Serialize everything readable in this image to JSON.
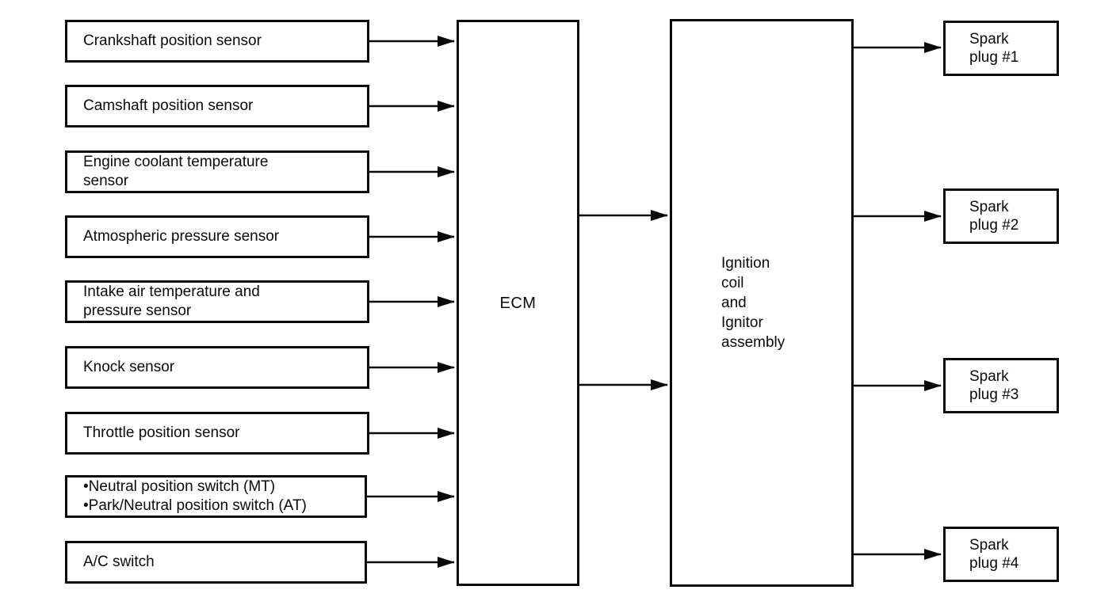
{
  "colors": {
    "ink": "#0a0a0a",
    "paper": "#ffffff"
  },
  "inputs": [
    {
      "lines": [
        "Crankshaft position sensor"
      ]
    },
    {
      "lines": [
        "Camshaft position sensor"
      ]
    },
    {
      "lines": [
        "Engine coolant temperature",
        "sensor"
      ]
    },
    {
      "lines": [
        "Atmospheric pressure sensor"
      ]
    },
    {
      "lines": [
        "Intake air temperature and",
        "pressure sensor"
      ]
    },
    {
      "lines": [
        "Knock sensor"
      ]
    },
    {
      "lines": [
        "Throttle position sensor"
      ]
    },
    {
      "lines": [
        "•Neutral position switch (MT)",
        "•Park/Neutral position switch (AT)"
      ]
    },
    {
      "lines": [
        "A/C switch"
      ]
    }
  ],
  "ecm": {
    "label": "ECM"
  },
  "ignition": {
    "lines": [
      "Ignition",
      "coil",
      "and",
      "Ignitor",
      "assembly"
    ]
  },
  "spark_plugs": [
    {
      "lines": [
        "Spark",
        "plug #1"
      ]
    },
    {
      "lines": [
        "Spark",
        "plug #2"
      ]
    },
    {
      "lines": [
        "Spark",
        "plug #3"
      ]
    },
    {
      "lines": [
        "Spark",
        "plug #4"
      ]
    }
  ]
}
